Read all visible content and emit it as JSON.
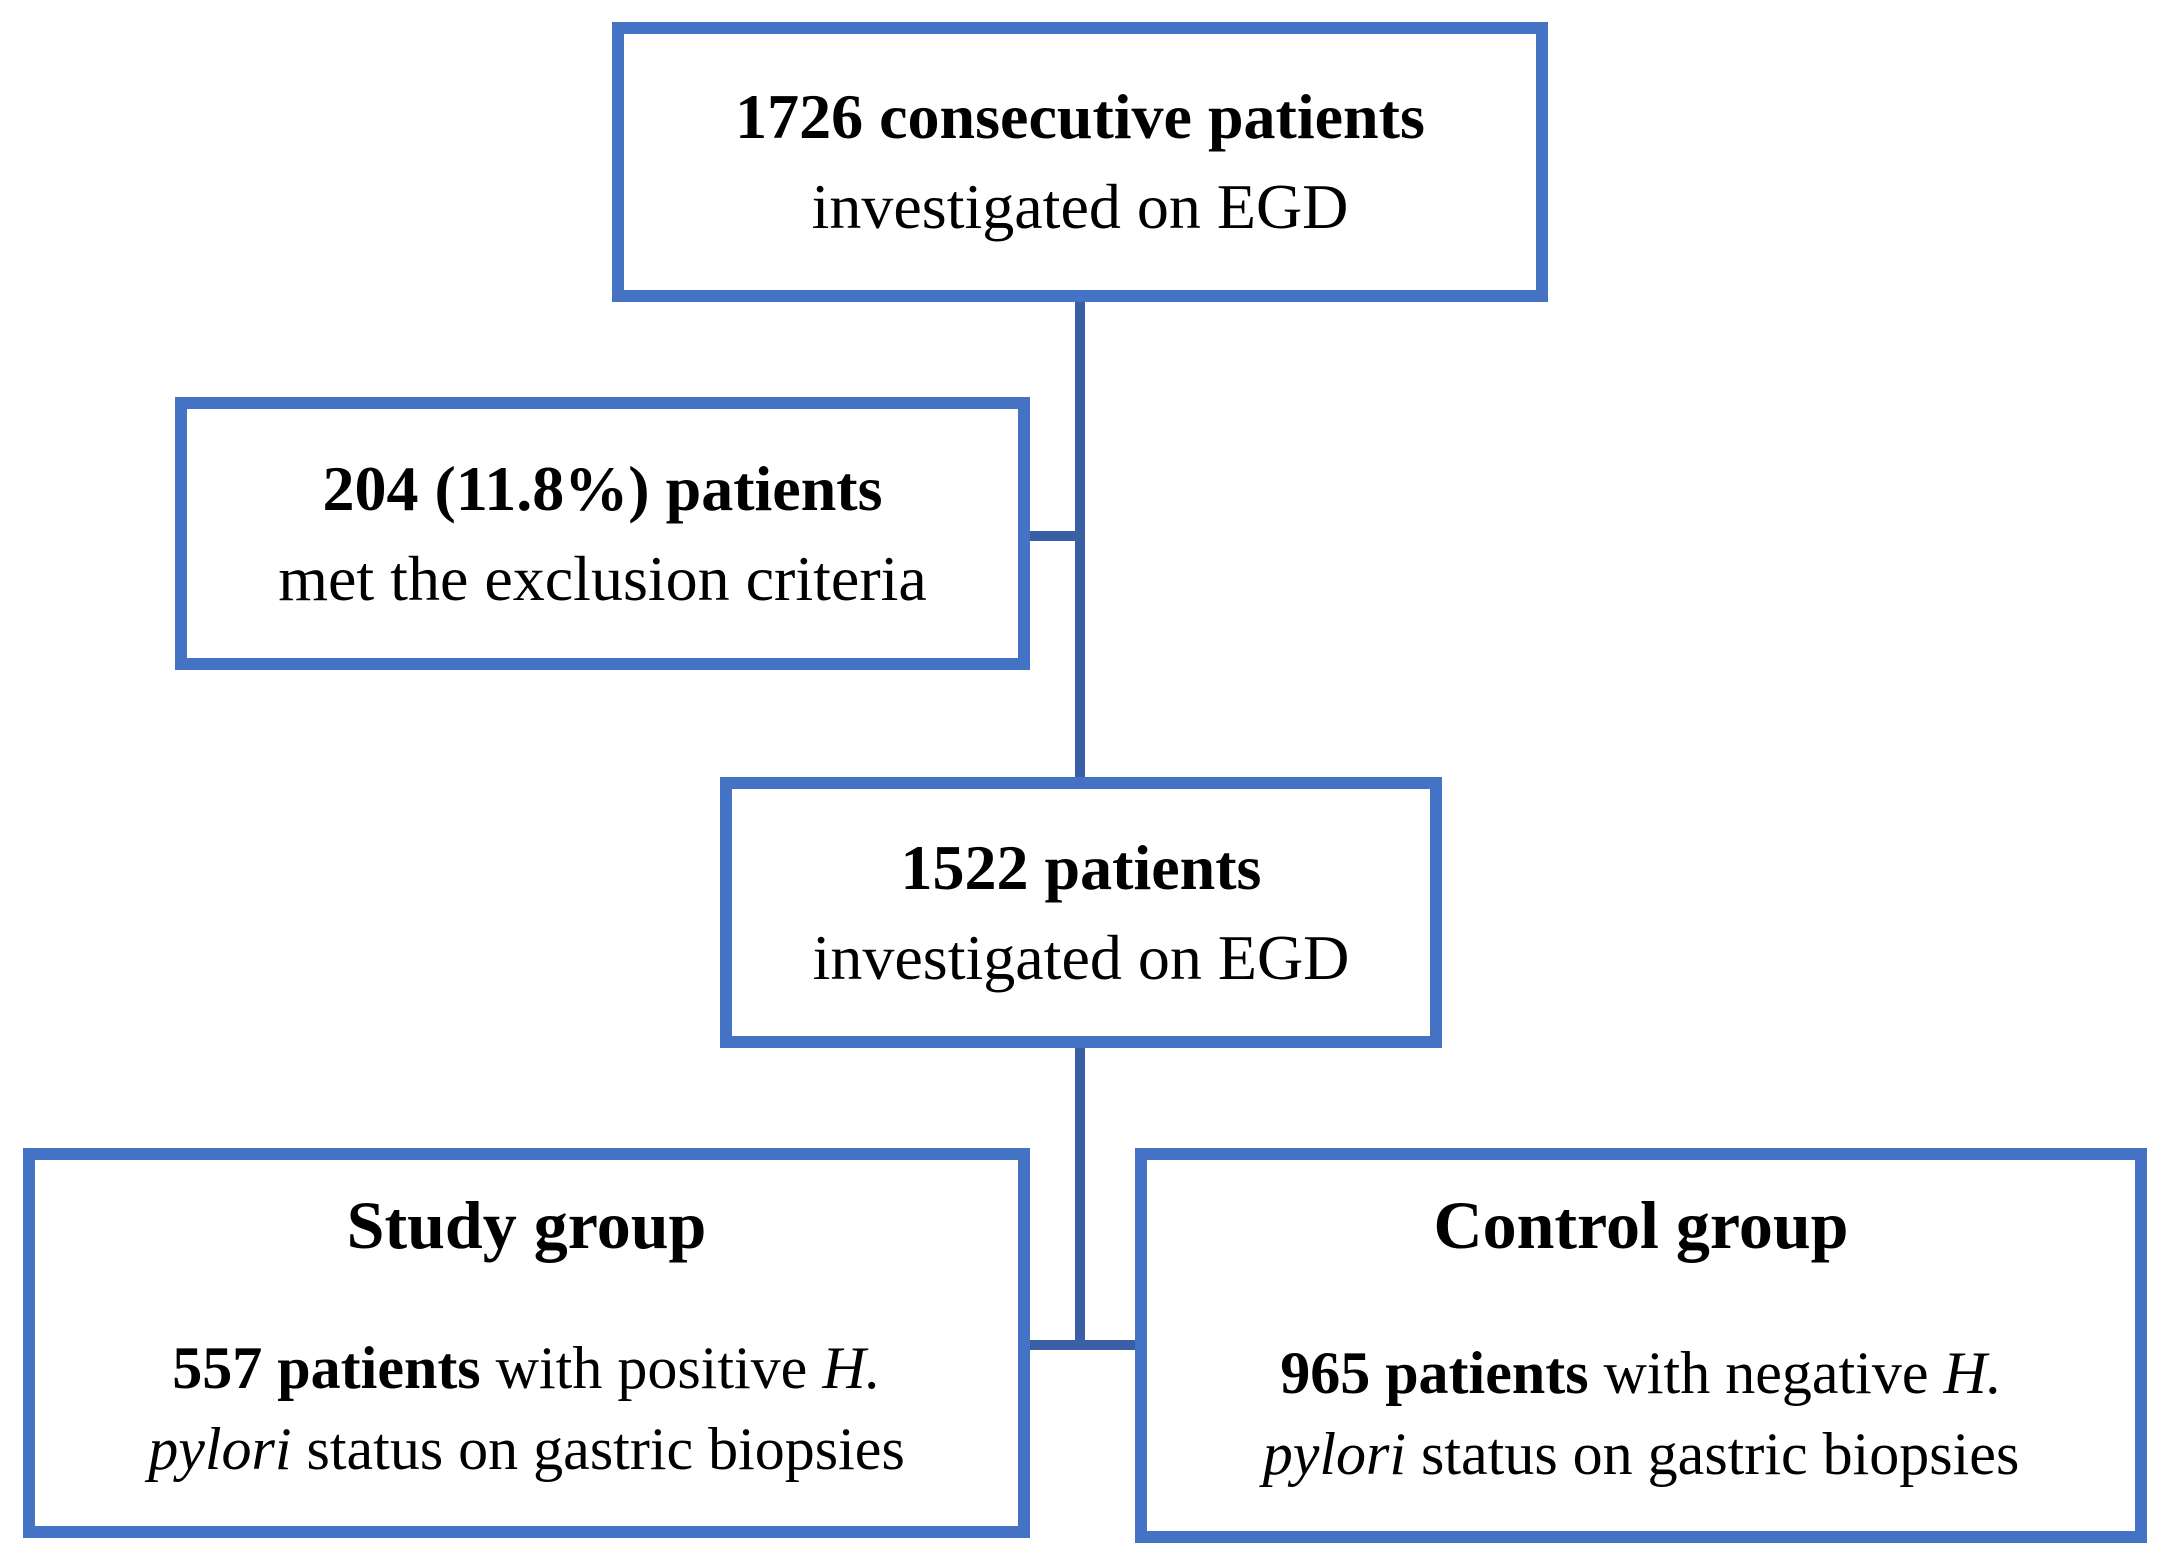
{
  "figure": {
    "type": "patient-flow-diagram",
    "colors": {
      "box_border": "#4472C4",
      "connector": "#3A5FA5",
      "background": "#FFFFFF",
      "text": "#000000"
    }
  },
  "boxes": {
    "total": {
      "line1": "1726 consecutive patients",
      "line2": "investigated on EGD"
    },
    "excluded": {
      "line1": "204 (11.8%) patients",
      "line2": "met the exclusion criteria"
    },
    "included": {
      "line1": "1522 patients",
      "line2": "investigated on EGD"
    },
    "study": {
      "title": "Study group",
      "count": "557 patients",
      "mid": " with positive ",
      "italic_line1": "H.",
      "italic_line2": "pylori",
      "rest": " status on gastric biopsies"
    },
    "control": {
      "title": "Control group",
      "count": "965 patients",
      "mid": " with negative ",
      "italic_line1": "H.",
      "italic_line2": "pylori",
      "rest": " status on gastric biopsies"
    }
  }
}
